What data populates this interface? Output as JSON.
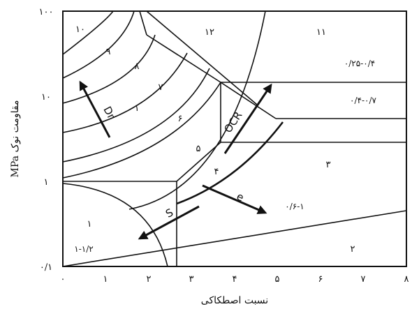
{
  "chart_data": {
    "type": "diagram",
    "xlabel": "نسبت اصطکاکی",
    "ylabel": "مقاومت نوک MPa",
    "x_ticks": [
      "۰",
      "۱",
      "۲",
      "۳",
      "۴",
      "۵",
      "۶",
      "۷",
      "۸"
    ],
    "y_ticks": [
      "۰/۱",
      "۱",
      "۱۰",
      "۱۰۰"
    ],
    "zones": [
      "۱",
      "۲",
      "۳",
      "۴",
      "۵",
      "۶",
      "۷",
      "۸",
      "۹",
      "۱۰",
      "۱۱",
      "۱۲"
    ],
    "extra_labels": {
      "zone1_value": "۱-۱/۲",
      "range_upper": "۰/۲۵-۰/۴",
      "range_middle": "۰/۴-۰/۷",
      "range_lower": "۰/۶-۱"
    },
    "arrows": [
      "Dr",
      "OCR",
      "e",
      "S"
    ]
  }
}
